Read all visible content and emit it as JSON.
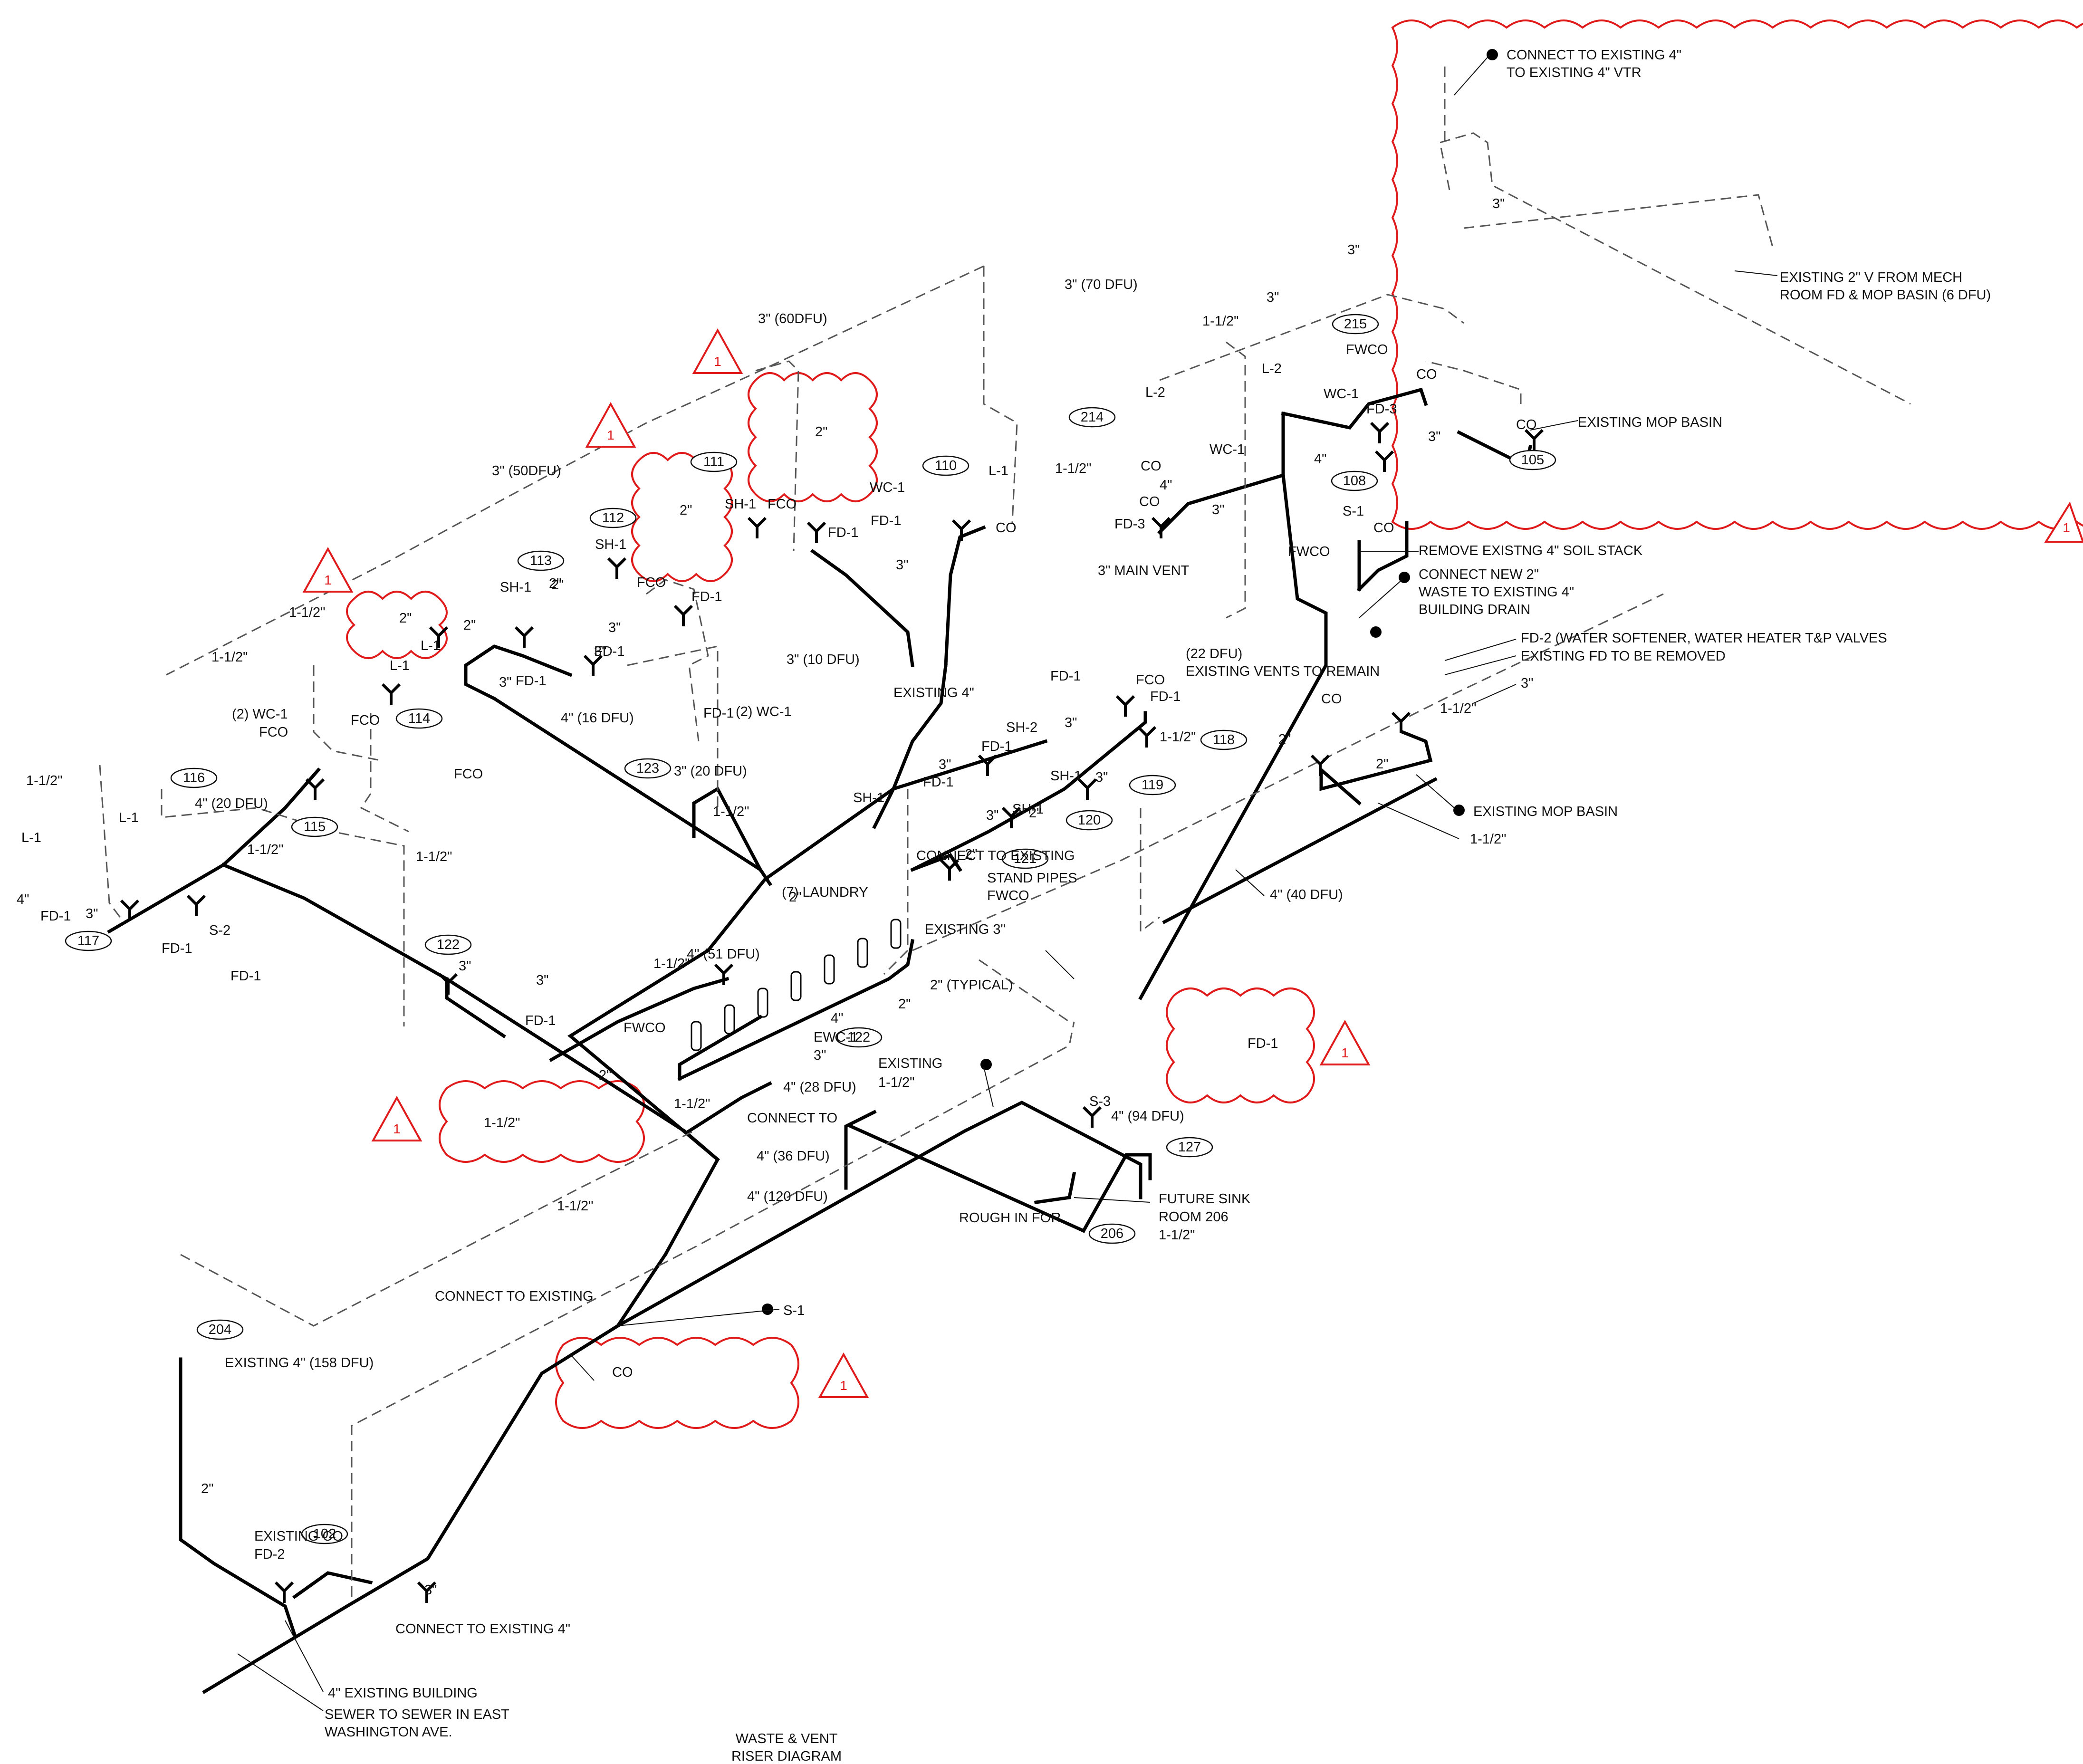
{
  "drawing": {
    "title_line1": "WASTE & VENT",
    "title_line2": "RISER DIAGRAM"
  },
  "room_tags": [
    {
      "id": "room-105",
      "text": "105"
    },
    {
      "id": "room-108",
      "text": "108"
    },
    {
      "id": "room-110",
      "text": "110"
    },
    {
      "id": "room-111",
      "text": "111"
    },
    {
      "id": "room-112",
      "text": "112"
    },
    {
      "id": "room-113",
      "text": "113"
    },
    {
      "id": "room-114",
      "text": "114"
    },
    {
      "id": "room-115",
      "text": "115"
    },
    {
      "id": "room-116",
      "text": "116"
    },
    {
      "id": "room-117",
      "text": "117"
    },
    {
      "id": "room-118",
      "text": "118"
    },
    {
      "id": "room-119",
      "text": "119"
    },
    {
      "id": "room-120",
      "text": "120"
    },
    {
      "id": "room-121",
      "text": "121"
    },
    {
      "id": "room-122a",
      "text": "122"
    },
    {
      "id": "room-122b",
      "text": "122"
    },
    {
      "id": "room-123",
      "text": "123"
    },
    {
      "id": "room-127",
      "text": "127"
    },
    {
      "id": "room-204",
      "text": "204"
    },
    {
      "id": "room-206",
      "text": "206"
    },
    {
      "id": "room-214",
      "text": "214"
    },
    {
      "id": "room-215",
      "text": "215"
    },
    {
      "id": "room-102",
      "text": "102"
    }
  ],
  "revision_marks": [
    {
      "id": "rev-1",
      "text": "1"
    },
    {
      "id": "rev-2",
      "text": "1"
    },
    {
      "id": "rev-3",
      "text": "1"
    },
    {
      "id": "rev-4",
      "text": "1"
    },
    {
      "id": "rev-5",
      "text": "1"
    },
    {
      "id": "rev-6",
      "text": "1"
    },
    {
      "id": "rev-7",
      "text": "1"
    },
    {
      "id": "rev-8",
      "text": "1"
    }
  ],
  "labels": [
    {
      "id": "l1",
      "text": "CONNECT TO EXISTING 4\""
    },
    {
      "id": "l2",
      "text": "TO EXISTING 4\" VTR"
    },
    {
      "id": "l3",
      "text": "3\""
    },
    {
      "id": "l4",
      "text": "3\""
    },
    {
      "id": "l5",
      "text": "EXISTING 2\" V FROM MECH"
    },
    {
      "id": "l6",
      "text": "ROOM FD & MOP BASIN (6 DFU)"
    },
    {
      "id": "l7",
      "text": "3\" (70 DFU)"
    },
    {
      "id": "l8",
      "text": "3\" (60DFU)"
    },
    {
      "id": "l9",
      "text": "3\""
    },
    {
      "id": "l10",
      "text": "1-1/2\""
    },
    {
      "id": "l11",
      "text": "FWCO"
    },
    {
      "id": "l12",
      "text": "CO"
    },
    {
      "id": "l13",
      "text": "L-2"
    },
    {
      "id": "l14",
      "text": "WC-1"
    },
    {
      "id": "l15",
      "text": "FD-3"
    },
    {
      "id": "l16",
      "text": "L-2"
    },
    {
      "id": "l17",
      "text": "3\""
    },
    {
      "id": "l18",
      "text": "CO"
    },
    {
      "id": "l19",
      "text": "EXISTING MOP BASIN"
    },
    {
      "id": "l20",
      "text": "2\""
    },
    {
      "id": "l21",
      "text": "2\""
    },
    {
      "id": "l22",
      "text": "3\" (50DFU)"
    },
    {
      "id": "l23",
      "text": "WC-1"
    },
    {
      "id": "l24",
      "text": "L-1"
    },
    {
      "id": "l25",
      "text": "1-1/2\""
    },
    {
      "id": "l26",
      "text": "CO"
    },
    {
      "id": "l27",
      "text": "WC-1"
    },
    {
      "id": "l28",
      "text": "4\""
    },
    {
      "id": "l29",
      "text": "3\""
    },
    {
      "id": "l30",
      "text": "CO"
    },
    {
      "id": "l31",
      "text": "FD-3"
    },
    {
      "id": "l32",
      "text": "4\""
    },
    {
      "id": "l33",
      "text": "S-1"
    },
    {
      "id": "l34",
      "text": "CO"
    },
    {
      "id": "l35",
      "text": "SH-1"
    },
    {
      "id": "l36",
      "text": "FCO"
    },
    {
      "id": "l37",
      "text": "FD-1"
    },
    {
      "id": "l38",
      "text": "FD-1"
    },
    {
      "id": "l39",
      "text": "CO"
    },
    {
      "id": "l40",
      "text": "SH-1"
    },
    {
      "id": "l41",
      "text": "FCO"
    },
    {
      "id": "l42",
      "text": "2\""
    },
    {
      "id": "l43",
      "text": "3\""
    },
    {
      "id": "l44",
      "text": "REMOVE EXISTNG 4\" SOIL STACK"
    },
    {
      "id": "l45",
      "text": "FWCO"
    },
    {
      "id": "l46",
      "text": "3\" MAIN VENT"
    },
    {
      "id": "l47",
      "text": "CONNECT NEW 2\""
    },
    {
      "id": "l48",
      "text": "WASTE TO EXISTING 4\""
    },
    {
      "id": "l49",
      "text": "BUILDING DRAIN"
    },
    {
      "id": "l50",
      "text": "2\""
    },
    {
      "id": "l51",
      "text": "SH-1"
    },
    {
      "id": "l52",
      "text": "2\""
    },
    {
      "id": "l53",
      "text": "FD-1"
    },
    {
      "id": "l54",
      "text": "3\""
    },
    {
      "id": "l55",
      "text": "FD-1"
    },
    {
      "id": "l56",
      "text": "2\""
    },
    {
      "id": "l57",
      "text": "1-1/2\""
    },
    {
      "id": "l58",
      "text": "1-1/2\""
    },
    {
      "id": "l59",
      "text": "(2) WC-1"
    },
    {
      "id": "l60",
      "text": "FCO"
    },
    {
      "id": "l61",
      "text": "L-1"
    },
    {
      "id": "l62",
      "text": "L-1"
    },
    {
      "id": "l63",
      "text": "FCO"
    },
    {
      "id": "l64",
      "text": "3\""
    },
    {
      "id": "l65",
      "text": "FD-1"
    },
    {
      "id": "l66",
      "text": "3\""
    },
    {
      "id": "l67",
      "text": "3\" (10 DFU)"
    },
    {
      "id": "l68",
      "text": "4\" (16 DFU)"
    },
    {
      "id": "l69",
      "text": "EXISTING 4\""
    },
    {
      "id": "l70",
      "text": "(22 DFU)"
    },
    {
      "id": "l71",
      "text": "EXISTING VENTS TO REMAIN"
    },
    {
      "id": "l72",
      "text": "FD-2 (WATER SOFTENER, WATER HEATER T&P VALVES"
    },
    {
      "id": "l73",
      "text": "EXISTING FD TO BE REMOVED"
    },
    {
      "id": "l74",
      "text": "3\""
    },
    {
      "id": "l75",
      "text": "FD-1"
    },
    {
      "id": "l76",
      "text": "FCO"
    },
    {
      "id": "l77",
      "text": "FD-1"
    },
    {
      "id": "l78",
      "text": "3\""
    },
    {
      "id": "l79",
      "text": "SH-2"
    },
    {
      "id": "l80",
      "text": "1-1/2\""
    },
    {
      "id": "l81",
      "text": "CO"
    },
    {
      "id": "l82",
      "text": "1-1/2\""
    },
    {
      "id": "l83",
      "text": "FD-1"
    },
    {
      "id": "l84",
      "text": "FD-1"
    },
    {
      "id": "l85",
      "text": "FD-1"
    },
    {
      "id": "l86",
      "text": "2\""
    },
    {
      "id": "l87",
      "text": "3\""
    },
    {
      "id": "l88",
      "text": "2\""
    },
    {
      "id": "l89",
      "text": "SH-1"
    },
    {
      "id": "l90",
      "text": "3\""
    },
    {
      "id": "l91",
      "text": "SH-1"
    },
    {
      "id": "l92",
      "text": "2\""
    },
    {
      "id": "l93",
      "text": "3\""
    },
    {
      "id": "l94",
      "text": "SH-1"
    },
    {
      "id": "l95",
      "text": "2\""
    },
    {
      "id": "l96",
      "text": "CONNECT TO EXISTING"
    },
    {
      "id": "l97",
      "text": "EXISTING MOP BASIN"
    },
    {
      "id": "l98",
      "text": "1-1/2\""
    },
    {
      "id": "l99",
      "text": "1-1/2\""
    },
    {
      "id": "l100",
      "text": "(2) WC-1"
    },
    {
      "id": "l101",
      "text": "L-1"
    },
    {
      "id": "l102",
      "text": "L-1"
    },
    {
      "id": "l103",
      "text": "4\" (20 DFU)"
    },
    {
      "id": "l104",
      "text": "1-1/2\""
    },
    {
      "id": "l105",
      "text": "4\""
    },
    {
      "id": "l106",
      "text": "FD-1"
    },
    {
      "id": "l107",
      "text": "3\""
    },
    {
      "id": "l108",
      "text": "FD-1"
    },
    {
      "id": "l109",
      "text": "S-2"
    },
    {
      "id": "l110",
      "text": "3\" (20 DFU)"
    },
    {
      "id": "l111",
      "text": "1-1/2\""
    },
    {
      "id": "l112",
      "text": "1-1/2\""
    },
    {
      "id": "l113",
      "text": "2\""
    },
    {
      "id": "l114",
      "text": "FCO"
    },
    {
      "id": "l115",
      "text": "(7) LAUNDRY"
    },
    {
      "id": "l116",
      "text": "STAND PIPES"
    },
    {
      "id": "l117",
      "text": "FWCO"
    },
    {
      "id": "l118",
      "text": "EXISTING 3\""
    },
    {
      "id": "l119",
      "text": "4\" (40 DFU)"
    },
    {
      "id": "l120",
      "text": "FD-1"
    },
    {
      "id": "l121",
      "text": "3\""
    },
    {
      "id": "l122",
      "text": "FD-1"
    },
    {
      "id": "l123",
      "text": "4\" (51 DFU)"
    },
    {
      "id": "l124",
      "text": "3\""
    },
    {
      "id": "l125",
      "text": "1-1/2\""
    },
    {
      "id": "l126",
      "text": "2\""
    },
    {
      "id": "l127",
      "text": "2\" (TYPICAL)"
    },
    {
      "id": "l128",
      "text": "4\""
    },
    {
      "id": "l129",
      "text": "EWC-1"
    },
    {
      "id": "l130",
      "text": "3\""
    },
    {
      "id": "l131",
      "text": "FWCO"
    },
    {
      "id": "l132",
      "text": "2\""
    },
    {
      "id": "l133",
      "text": "1-1/2\""
    },
    {
      "id": "l134",
      "text": "4\" (28 DFU)"
    },
    {
      "id": "l135",
      "text": "CONNECT TO"
    },
    {
      "id": "l136",
      "text": "EXISTING"
    },
    {
      "id": "l137",
      "text": "1-1/2\""
    },
    {
      "id": "l138",
      "text": "FD-1"
    },
    {
      "id": "l139",
      "text": "S-3"
    },
    {
      "id": "l140",
      "text": "4\" (94 DFU)"
    },
    {
      "id": "l141",
      "text": "1-1/2\""
    },
    {
      "id": "l142",
      "text": "4\" (36 DFU)"
    },
    {
      "id": "l143",
      "text": "4\" (120 DFU)"
    },
    {
      "id": "l144",
      "text": "1-1/2\""
    },
    {
      "id": "l145",
      "text": "ROUGH IN FOR"
    },
    {
      "id": "l146",
      "text": "FUTURE SINK"
    },
    {
      "id": "l147",
      "text": "ROOM 206"
    },
    {
      "id": "l148",
      "text": "1-1/2\""
    },
    {
      "id": "l149",
      "text": "CONNECT TO EXISTING"
    },
    {
      "id": "l150",
      "text": "S-1"
    },
    {
      "id": "l151",
      "text": "EXISTING 4\" (158 DFU)"
    },
    {
      "id": "l152",
      "text": "CO"
    },
    {
      "id": "l153",
      "text": "2\""
    },
    {
      "id": "l154",
      "text": "EXISTING CO"
    },
    {
      "id": "l155",
      "text": "FD-2"
    },
    {
      "id": "l156",
      "text": "3\""
    },
    {
      "id": "l157",
      "text": "CONNECT TO EXISTING 4\""
    },
    {
      "id": "l158",
      "text": "4\" EXISTING BUILDING"
    },
    {
      "id": "l159",
      "text": "SEWER TO SEWER IN EAST"
    },
    {
      "id": "l160",
      "text": "WASHINGTON AVE."
    }
  ]
}
